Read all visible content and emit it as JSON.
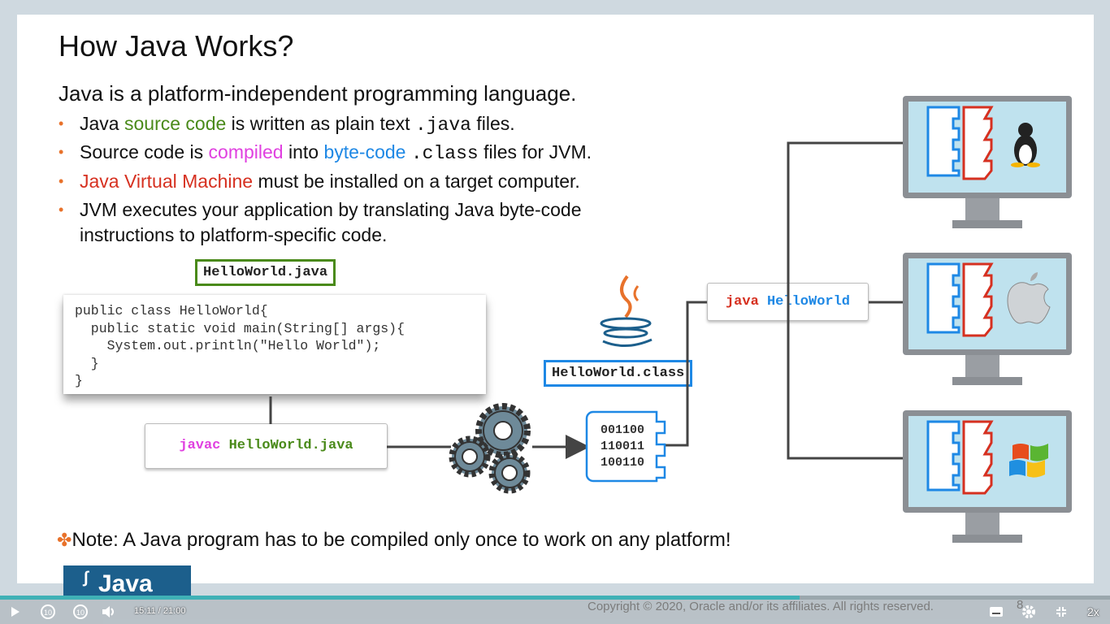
{
  "slide": {
    "title": "How Java Works?",
    "intro": "Java is a platform-independent programming language.",
    "bullets": {
      "b1": {
        "t1": "Java ",
        "t2": "source code",
        "t3": " is written as plain text ",
        "t4": ".java",
        "t5": " files."
      },
      "b2": {
        "t1": "Source code is ",
        "t2": "compiled",
        "t3": " into ",
        "t4": "byte-code",
        "t5": " ",
        "t6": ".class",
        "t7": " files for JVM."
      },
      "b3": {
        "t1": "Java Virtual Machine",
        "t2": " must be installed on a target computer."
      },
      "b4": {
        "line1": "JVM executes your application by translating Java byte-code",
        "line2": "instructions to platform-specific code."
      }
    },
    "source_file": "HelloWorld.java",
    "code": "public class HelloWorld{\n  public static void main(String[] args){\n    System.out.println(\"Hello World\");\n  }\n}",
    "compile_cmd": {
      "keyword": "javac",
      "arg": "HelloWorld.java"
    },
    "class_file": "HelloWorld.class",
    "bytecode": [
      "001100",
      "110011",
      "100110"
    ],
    "run_cmd": {
      "keyword": "java",
      "arg": "HelloWorld"
    },
    "note": "Note: A Java program has to be compiled only once to work on any platform!",
    "logo_text": "Java",
    "copyright": "Copyright © 2020, Oracle and/or its affiliates. All rights reserved.",
    "page_number": "8"
  },
  "player": {
    "current_time": "15:11",
    "separator": "/",
    "duration": "21:00",
    "speed": "2x",
    "skip_seconds": "10",
    "progress": 0.72
  },
  "icons": [
    "play-icon",
    "rewind-icon",
    "forward-icon",
    "volume-icon",
    "captions-icon",
    "settings-icon",
    "exit-fullscreen-icon",
    "gear-icon",
    "linux-icon",
    "apple-icon",
    "windows-icon",
    "java-logo-icon"
  ],
  "colors": {
    "accent": "#e8722b",
    "green": "#4a8a1a",
    "blue": "#1e88e5",
    "red": "#d63020",
    "magenta": "#e040e0",
    "progress": "#3fb1b6"
  }
}
